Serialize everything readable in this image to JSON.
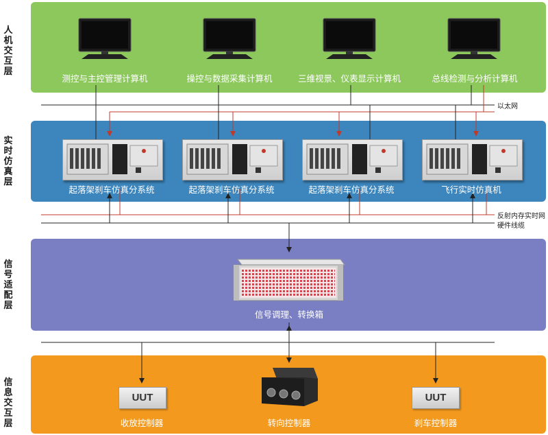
{
  "layers": {
    "hmi": "人机交互层",
    "realtime": "实时仿真层",
    "signal": "信号适配层",
    "info": "信息交互层"
  },
  "computers": [
    "测控与主控管理计算机",
    "操控与数据采集计算机",
    "三维视景、仪表显示计算机",
    "总线检测与分析计算机"
  ],
  "simulators": [
    "起落架刹车仿真分系统",
    "起落架刹车仿真分系统",
    "起落架刹车仿真分系统",
    "飞行实时仿真机"
  ],
  "networks": {
    "ethernet": "以太网",
    "reflective_memory": "反射内存实时网",
    "hardware_cable": "硬件线缆"
  },
  "signal_box": "信号调理、转换箱",
  "devices": [
    {
      "label": "收放控制器",
      "badge": "UUT"
    },
    {
      "label": "转向控制器",
      "badge": ""
    },
    {
      "label": "刹车控制器",
      "badge": "UUT"
    }
  ],
  "colors": {
    "hmi_band": "#8cc85c",
    "realtime_band": "#3d86bd",
    "signal_band": "#7a7fc4",
    "info_band": "#f39a1e",
    "red_line": "#c0392b"
  }
}
